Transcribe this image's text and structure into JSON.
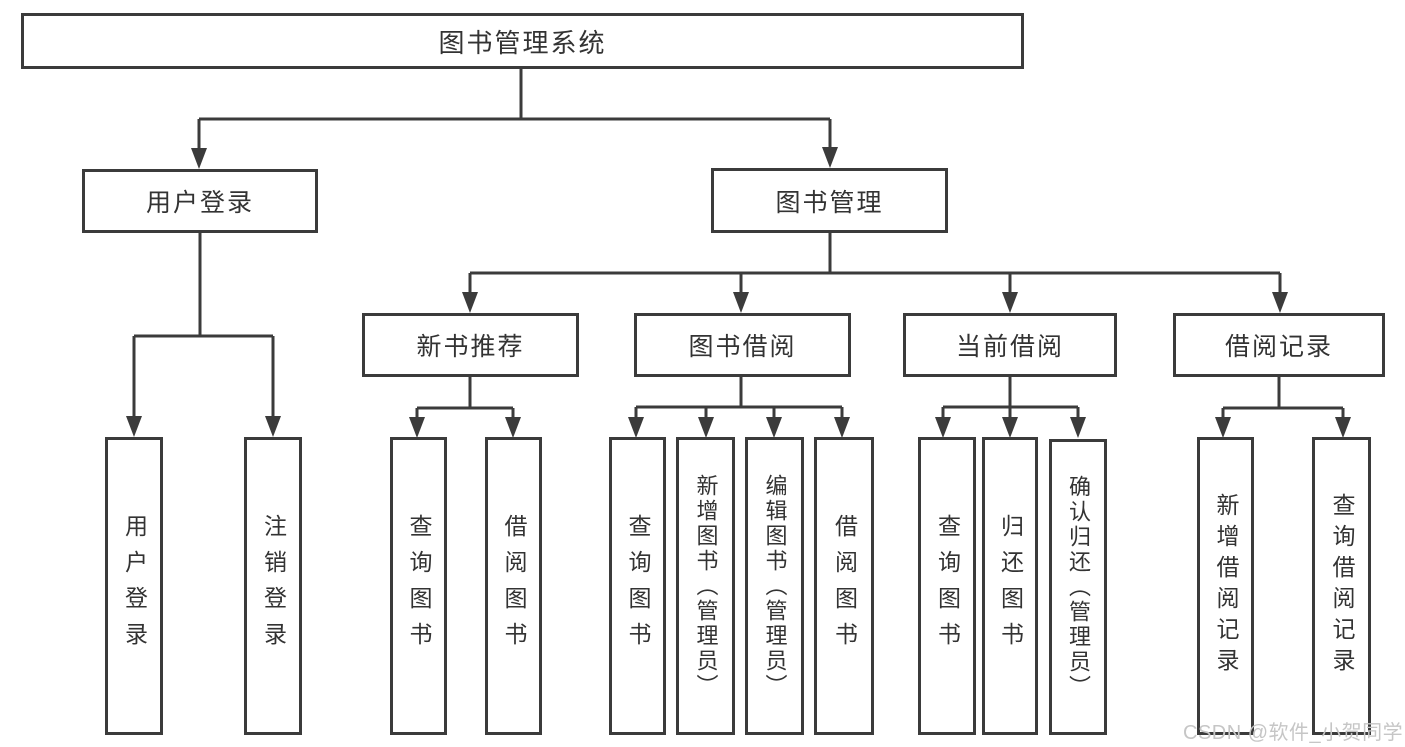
{
  "colors": {
    "line": "#3b3b3b",
    "text": "#333333",
    "box_background": "#ffffff",
    "watermark": "#c6c6c6"
  },
  "watermark": "CSDN @软件_小贺同学",
  "tree": {
    "label": "图书管理系统",
    "children": [
      {
        "label": "用户登录",
        "children": [
          {
            "label": "用户登录"
          },
          {
            "label": "注销登录"
          }
        ]
      },
      {
        "label": "图书管理",
        "children": [
          {
            "label": "新书推荐",
            "children": [
              {
                "label": "查询图书"
              },
              {
                "label": "借阅图书"
              }
            ]
          },
          {
            "label": "图书借阅",
            "children": [
              {
                "label": "查询图书"
              },
              {
                "label": "新增图书（管理员）"
              },
              {
                "label": "编辑图书（管理员）"
              },
              {
                "label": "借阅图书"
              }
            ]
          },
          {
            "label": "当前借阅",
            "children": [
              {
                "label": "查询图书"
              },
              {
                "label": "归还图书"
              },
              {
                "label": "确认归还（管理员）"
              }
            ]
          },
          {
            "label": "借阅记录",
            "children": [
              {
                "label": "新增借阅记录"
              },
              {
                "label": "查询借阅记录"
              }
            ]
          }
        ]
      }
    ]
  }
}
